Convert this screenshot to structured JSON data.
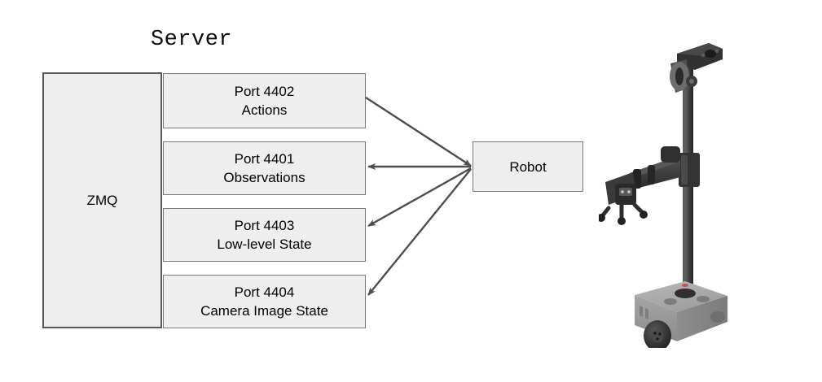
{
  "diagram": {
    "title": "Server",
    "server": {
      "label": "ZMQ"
    },
    "ports": [
      {
        "id": "port-4402",
        "line1": "Port 4402",
        "line2": "Actions",
        "direction": "to-robot"
      },
      {
        "id": "port-4401",
        "line1": "Port 4401",
        "line2": "Observations",
        "direction": "from-robot"
      },
      {
        "id": "port-4403",
        "line1": "Port 4403",
        "line2": "Low-level State",
        "direction": "from-robot"
      },
      {
        "id": "port-4404",
        "line1": "Port 4404",
        "line2": "Camera Image State",
        "direction": "from-robot"
      }
    ],
    "robot_node": {
      "label": "Robot"
    },
    "robot_photo": {
      "alt": "mobile manipulator robot with vertical mast, head camera and gripper arm"
    },
    "colors": {
      "box_fill": "#eeeeee",
      "box_border": "#7a7a7a",
      "server_border": "#595959",
      "arrow": "#4d4d4d",
      "text": "#000000",
      "background": "#ffffff",
      "robot_body": "#9a9a9a",
      "robot_dark": "#3a3a3a"
    }
  }
}
